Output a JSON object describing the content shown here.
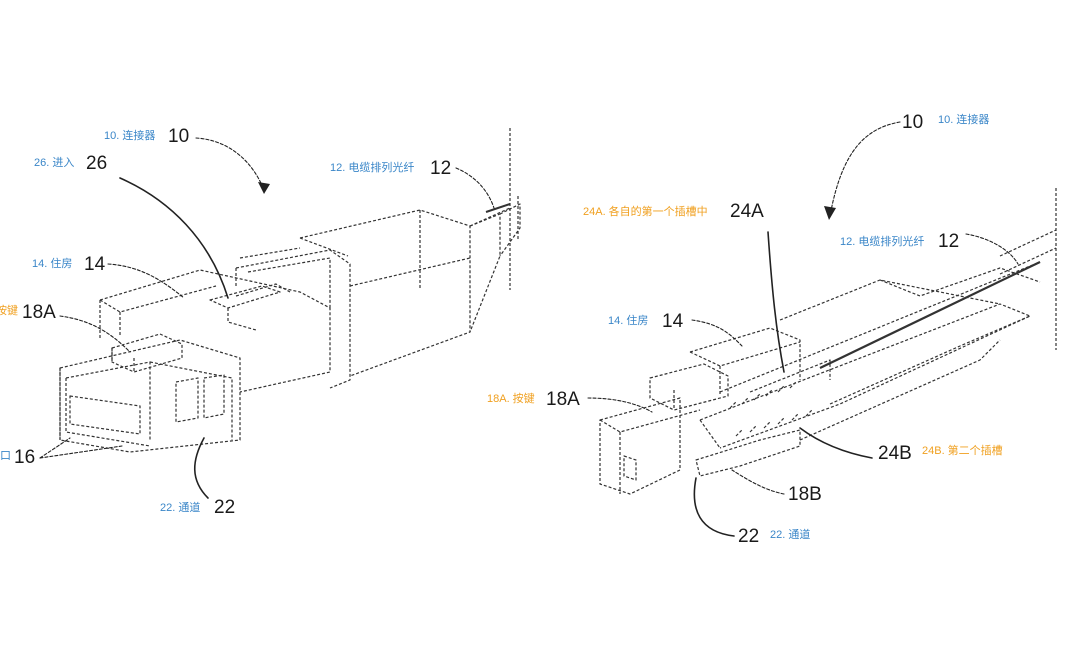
{
  "accent_blue": "#3a86c8",
  "accent_orange": "#f0a020",
  "line_color": "#333333",
  "left_figure": {
    "connector_cn": "10. 连接器",
    "connector_num": "10",
    "entry_cn": "26. 进入",
    "entry_num": "26",
    "cable_cn": "12. 电缆排列光纤",
    "cable_num": "12",
    "housing_cn": "14. 住房",
    "housing_num": "14",
    "key_cn": "按键",
    "key_num": "18A",
    "port_cn": "口",
    "port_num": "16",
    "channel_cn": "22. 通道",
    "channel_num": "22"
  },
  "right_figure": {
    "connector_cn": "10. 连接器",
    "connector_num": "10",
    "slot1_cn": "24A. 各自的第一个插槽中",
    "slot1_num": "24A",
    "cable_cn": "12. 电缆排列光纤",
    "cable_num": "12",
    "housing_cn": "14. 住房",
    "housing_num": "14",
    "key_cn": "18A. 按键",
    "key_num": "18A",
    "slot2_cn": "24B. 第二个插槽",
    "slot2_num": "24B",
    "key2_num": "18B",
    "channel_cn": "22. 通道",
    "channel_num": "22"
  }
}
